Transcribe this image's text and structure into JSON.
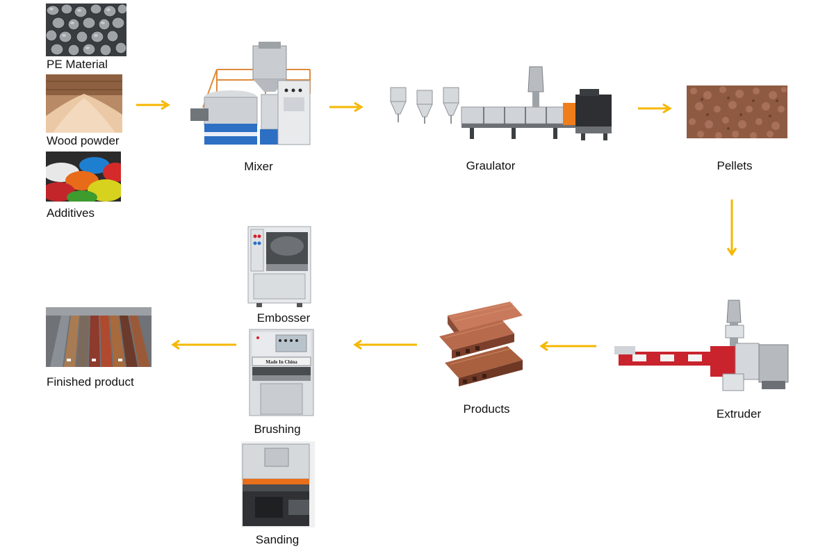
{
  "labels": {
    "pe_material": "PE Material",
    "wood_powder": "Wood powder",
    "additives": "Additives",
    "mixer": "Mixer",
    "granulator": "Graulator",
    "pellets": "Pellets",
    "extruder": "Extruder",
    "products": "Products",
    "embosser": "Embosser",
    "brushing": "Brushing",
    "sanding": "Sanding",
    "finished_product": "Finished product"
  },
  "machine_text": {
    "brushing_plate": "Made  In  China"
  },
  "colors": {
    "arrow": "#F5B700",
    "text": "#111111",
    "background": "#FFFFFF"
  }
}
